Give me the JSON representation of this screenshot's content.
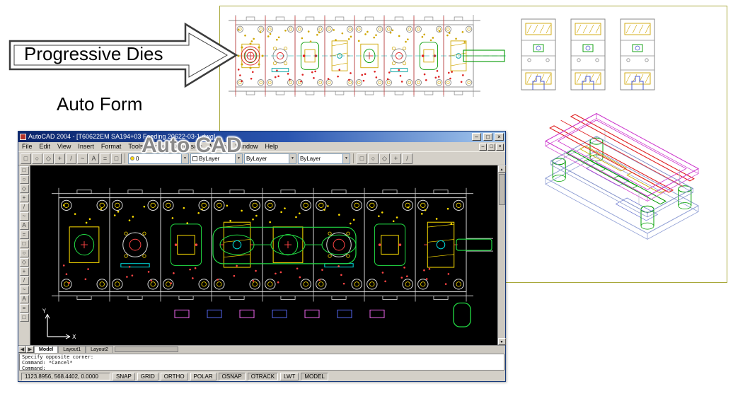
{
  "labels": {
    "progressive_dies": "Progressive Dies",
    "auto_form": "Auto Form",
    "auto_cad": "Auto CAD"
  },
  "colors": {
    "panel_border": "#a8a83a",
    "titlebar_start": "#0a246a",
    "titlebar_end": "#a6caf0",
    "canvas_bg": "#000000",
    "iso_top_plate": "#cc33cc",
    "iso_rail": "#e02020",
    "iso_guide_post": "#00a000"
  },
  "drawing": {
    "stations": 8,
    "section_views": 3
  },
  "autocad": {
    "title": "AutoCAD 2004 - [T60622EM SA194+03 Feeding 20622-03-1.dwg]",
    "menus": [
      "File",
      "Edit",
      "View",
      "Insert",
      "Format",
      "Tools",
      "Draw",
      "Dimension",
      "Modify",
      "Window",
      "Help"
    ],
    "window_icons": {
      "minimize": "–",
      "restore": "□",
      "close": "×"
    },
    "combos": {
      "layer": "0",
      "color": "ByLayer",
      "linetype": "ByLayer",
      "lineweight": "ByLayer"
    },
    "tabs": [
      "Model",
      "Layout1",
      "Layout2"
    ],
    "command_lines": [
      "Specify opposite corner:",
      "Command: *Cancel*",
      "Command:"
    ],
    "statusbar": {
      "coords": "1123.8956, 568.4402, 0.0000",
      "toggles": [
        "SNAP",
        "GRID",
        "ORTHO",
        "POLAR",
        "OSNAP",
        "OTRACK",
        "LWT",
        "MODEL"
      ]
    }
  }
}
